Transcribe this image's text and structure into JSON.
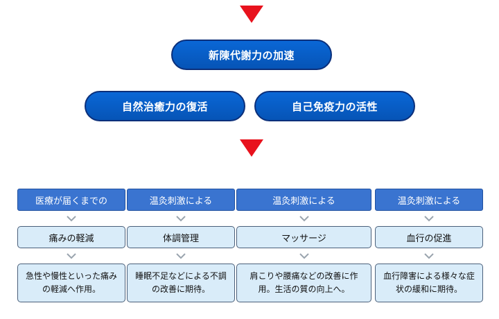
{
  "colors": {
    "arrow": "#e8121d",
    "pill_bg": "#0a67d6",
    "header_bg": "#3a74d0",
    "box_bg": "#d9ecf9"
  },
  "flow": {
    "top": "新陳代謝力の加速",
    "left": "自然治癒力の復活",
    "right": "自己免疫力の活性"
  },
  "columns": [
    {
      "header": "医療が届くまでの",
      "title": "痛みの軽減",
      "desc": "急性や慢性といった痛みの軽減へ作用。"
    },
    {
      "header": "温灸刺激による",
      "title": "体調管理",
      "desc": "睡眠不足などによる不調の改善に期待。"
    },
    {
      "header": "温灸刺激による",
      "title": "マッサージ",
      "desc": "肩こりや腰痛などの改善に作用。生活の質の向上へ。"
    },
    {
      "header": "温灸刺激による",
      "title": "血行の促進",
      "desc": "血行障害による様々な症状の緩和に期待。"
    }
  ]
}
